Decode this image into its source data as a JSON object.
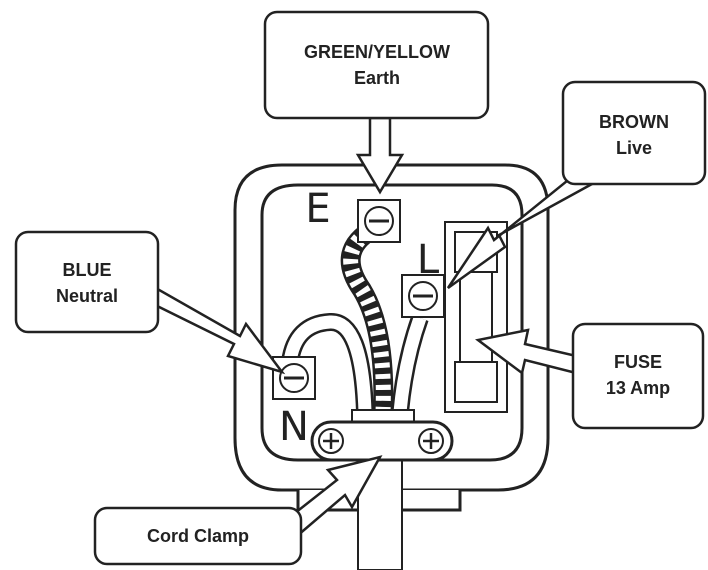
{
  "labels": {
    "earth": {
      "colour": "GREEN/YELLOW",
      "name": "Earth"
    },
    "live": {
      "colour": "BROWN",
      "name": "Live"
    },
    "neutral": {
      "colour": "BLUE",
      "name": "Neutral"
    },
    "fuse": {
      "line1": "FUSE",
      "line2": "13 Amp"
    },
    "clamp": "Cord Clamp"
  },
  "terminals": {
    "earth": "E",
    "live": "L",
    "neutral": "N"
  }
}
